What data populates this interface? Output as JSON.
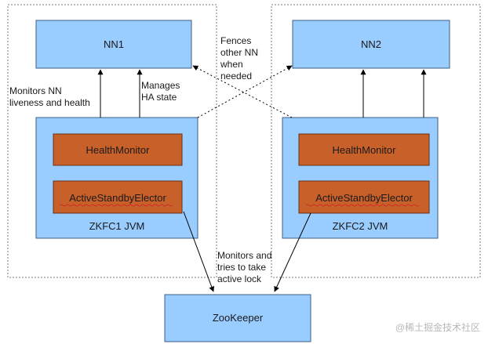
{
  "colors": {
    "node_fill": "#99ccff",
    "node_stroke": "#3d5f84",
    "component_fill": "#c8602a",
    "component_stroke": "#6b2f10",
    "frame_dash": "#7a7a7a",
    "arrow": "#000000",
    "squiggle": "#d02020"
  },
  "left_host": {
    "nn_label": "NN1",
    "jvm_label": "ZKFC1 JVM",
    "health_monitor": "HealthMonitor",
    "elector": "ActiveStandbyElector"
  },
  "right_host": {
    "nn_label": "NN2",
    "jvm_label": "ZKFC2 JVM",
    "health_monitor": "HealthMonitor",
    "elector": "ActiveStandbyElector"
  },
  "zookeeper": {
    "label": "ZooKeeper"
  },
  "annotations": {
    "monitors_nn": [
      "Monitors NN",
      "liveness and health"
    ],
    "manages_ha": [
      "Manages",
      "HA state"
    ],
    "fences": [
      "Fences",
      "other NN",
      "when",
      "needed"
    ],
    "monitors_lock": [
      "Monitors and",
      "tries to take",
      "active lock"
    ]
  },
  "watermark": "@稀土掘金技术社区"
}
